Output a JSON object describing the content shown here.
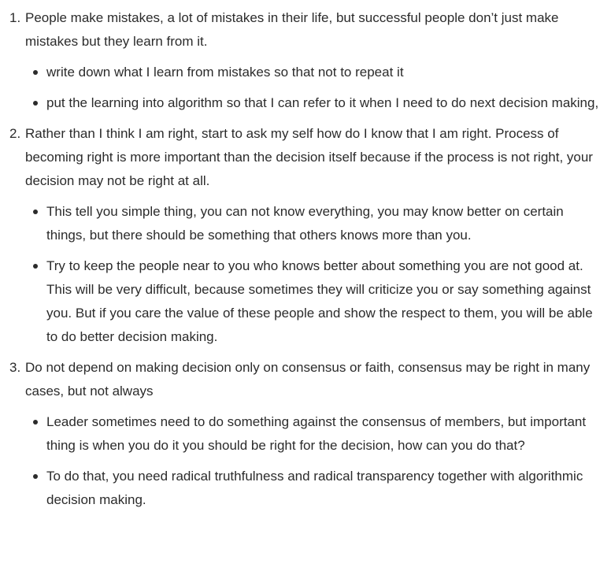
{
  "items": [
    {
      "number": "1.",
      "text": "People make mistakes, a lot of mistakes in their life, but successful people don’t just make mistakes but they learn from it.",
      "subitems": [
        "write down what I learn from mistakes so that not to repeat it",
        "put the learning into algorithm so that I can refer to it when I need to do next decision making,"
      ]
    },
    {
      "number": "2.",
      "text": "Rather than I think I am right, start to ask my self how do I know that I am right. Process of becoming right is more important than the decision itself because if the process is not right, your decision may not be right at all.",
      "subitems": [
        "This tell you simple thing, you can not know everything, you may know better on certain things, but there should be something that others knows more than you.",
        "Try to keep the people near to you who knows better about something you are not good at. This will be very difficult, because sometimes they will criticize you or say something against you. But if you care the value of these people and show the respect to them, you will be able to do better decision making."
      ]
    },
    {
      "number": "3.",
      "text": "Do not depend on making decision only on consensus or faith, consensus may be right in many cases, but not always",
      "subitems": [
        "Leader sometimes need to do something against the consensus of members, but important thing is when you do it you should be right for the decision, how can you do that?",
        "To do that, you need radical truthfulness and radical transparency together with algorithmic decision making."
      ]
    }
  ]
}
